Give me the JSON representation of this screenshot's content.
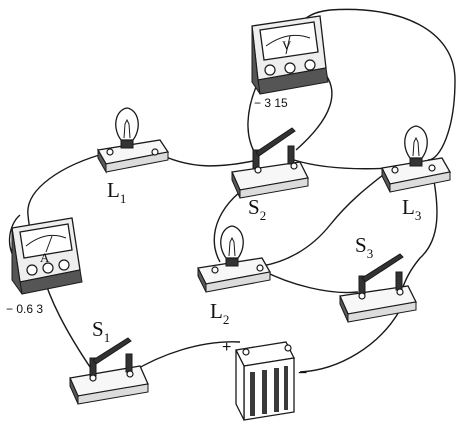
{
  "components": {
    "bulb_L1": {
      "letter": "L",
      "sub": "1"
    },
    "bulb_L2": {
      "letter": "L",
      "sub": "2"
    },
    "bulb_L3": {
      "letter": "L",
      "sub": "3"
    },
    "switch_S1": {
      "letter": "S",
      "sub": "1"
    },
    "switch_S2": {
      "letter": "S",
      "sub": "2"
    },
    "switch_S3": {
      "letter": "S",
      "sub": "3"
    },
    "ammeter": {
      "symbol": "A",
      "terminals": "− 0.6 3"
    },
    "voltmeter": {
      "symbol": "V",
      "terminals": "− 3 15"
    },
    "battery": {
      "plus": "+",
      "minus": "−"
    }
  }
}
